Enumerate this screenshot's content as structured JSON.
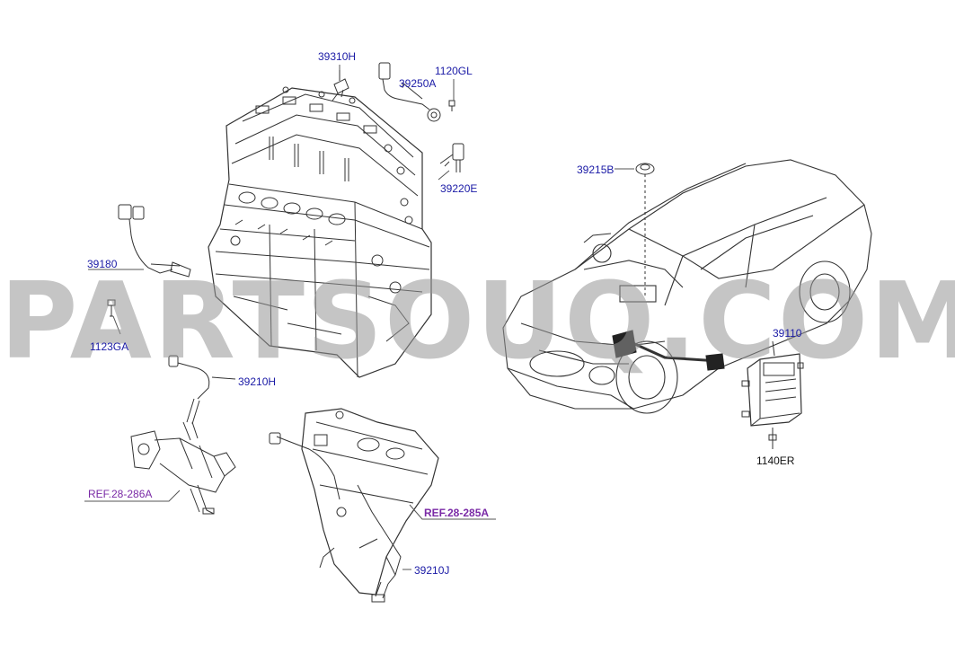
{
  "labels": {
    "p39310H": "39310H",
    "p39250A": "39250A",
    "p1120GL": "1120GL",
    "p39220E": "39220E",
    "p39180": "39180",
    "p1123GA": "1123GA",
    "p39210H": "39210H",
    "p39210J": "39210J",
    "p39215B": "39215B",
    "p39110": "39110",
    "p1140ER": "1140ER"
  },
  "refs": {
    "ref_286a": "REF.28-286A",
    "ref_285a": "REF.28-285A"
  },
  "watermark": "PARTSOUQ.COM",
  "colors": {
    "part_label": "#1a1aa6",
    "ref_link": "#7a2aa6",
    "drawing_line": "#333333",
    "watermark": "#969696"
  }
}
